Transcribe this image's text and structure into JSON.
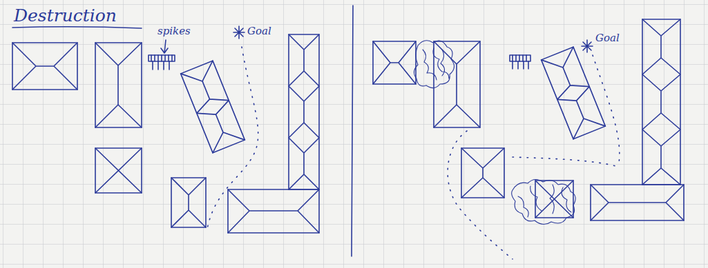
{
  "diagram": {
    "title": "Destruction",
    "labels": [
      "spikes",
      "Goal",
      "Goal"
    ]
  }
}
